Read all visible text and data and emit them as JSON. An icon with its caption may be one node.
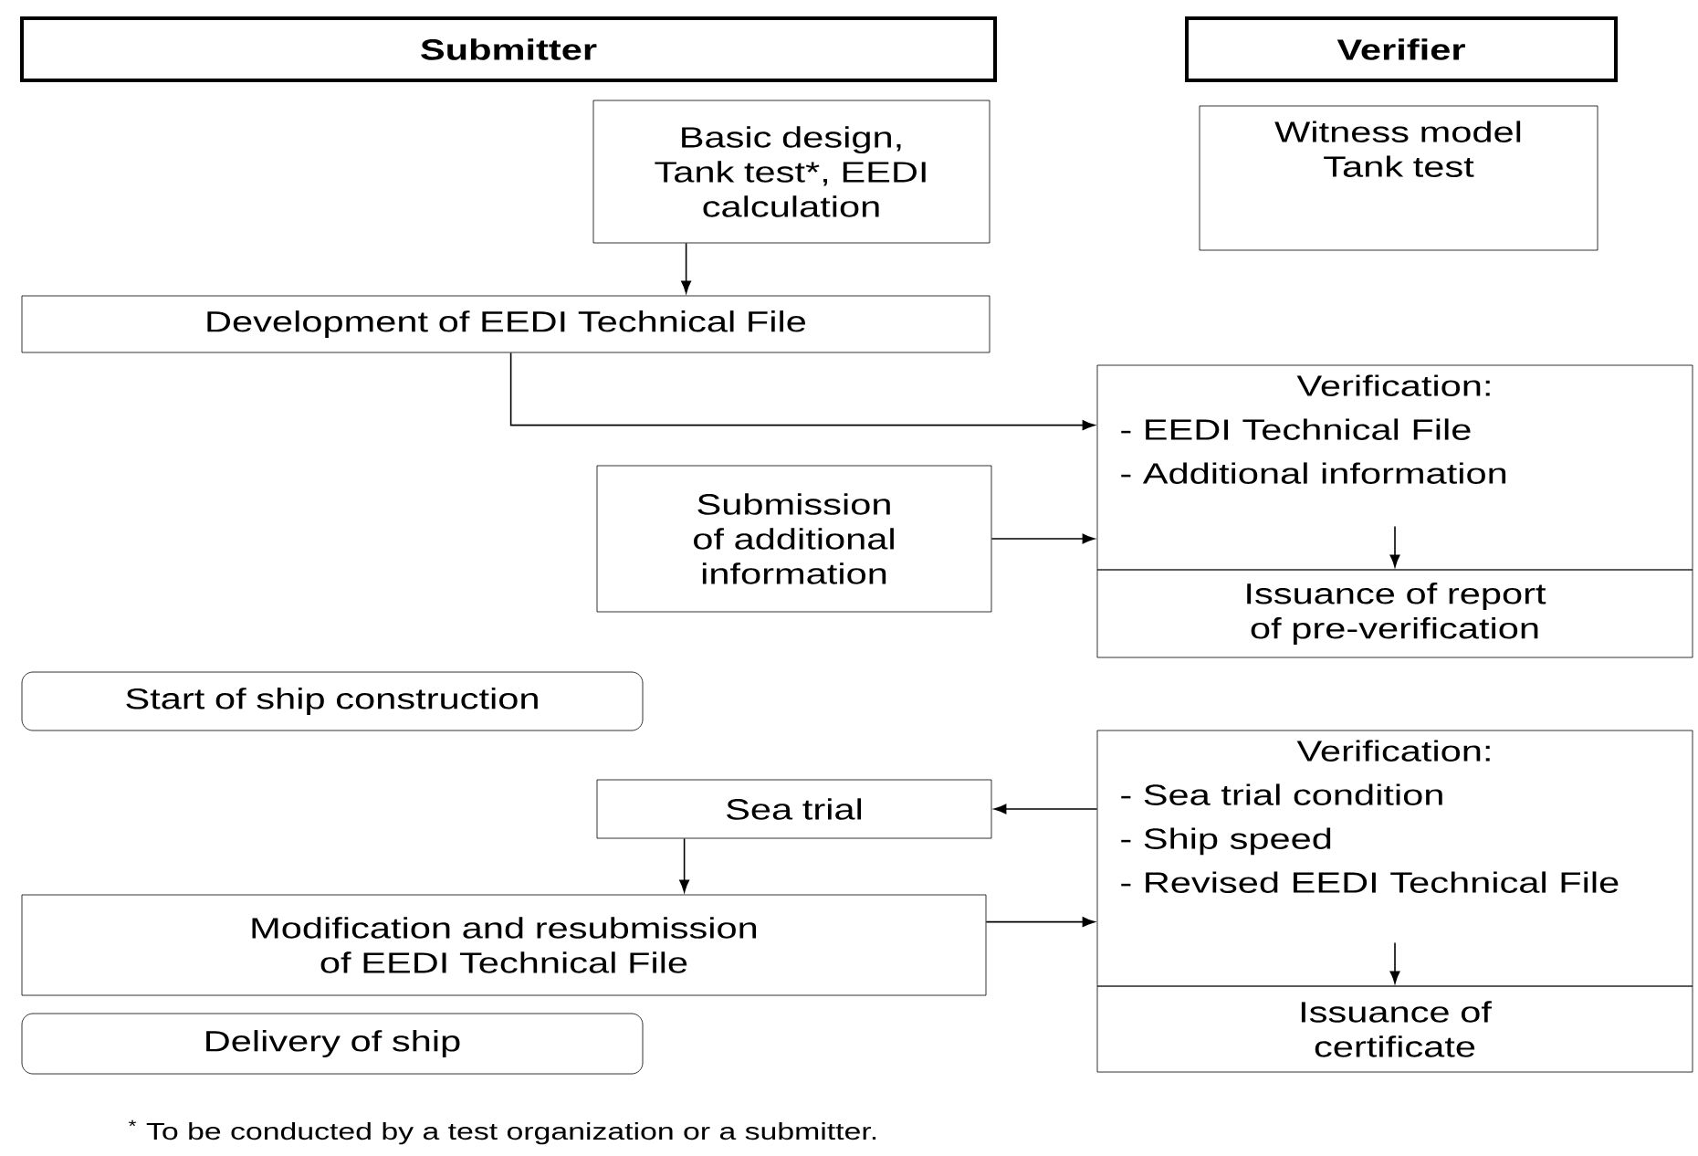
{
  "diagram": {
    "nodes": [
      {
        "text": [
          "Submitter"
        ]
      },
      {
        "text": [
          "Verifier"
        ]
      },
      {
        "text": [
          "Basic design, Tank test*, EEDI calculation"
        ]
      },
      {
        "text": [
          "Witness model Tank test"
        ]
      },
      {
        "text": [
          "Development of EEDI Technical File"
        ]
      },
      {
        "text": [
          "Verification:",
          "- EEDI Technical File",
          "- Additional information"
        ]
      },
      {
        "text": [
          "Submission of additional information"
        ]
      },
      {
        "text": [
          "Issuance of report of pre-verification"
        ]
      },
      {
        "text": [
          "Start of ship construction"
        ]
      },
      {
        "text": [
          "Verification:",
          "- Sea trial condition",
          "- Ship speed",
          "- Revised EEDI Technical File"
        ]
      },
      {
        "text": [
          "Sea trial"
        ]
      },
      {
        "text": [
          "Modification and resubmission of EEDI Technical File"
        ]
      },
      {
        "text": [
          "Issuance of certificate"
        ]
      },
      {
        "text": [
          "Delivery of ship"
        ]
      }
    ],
    "edges": [
      {
        "from": 2,
        "to": 4,
        "arrow": "to"
      },
      {
        "from": 4,
        "to": 5,
        "arrow": "to"
      },
      {
        "from": 6,
        "to": 5,
        "arrow": "to"
      },
      {
        "from": 5,
        "to": 7,
        "arrow": "to"
      },
      {
        "from": 9,
        "to": 10,
        "arrow": "to"
      },
      {
        "from": 10,
        "to": 11,
        "arrow": "to"
      },
      {
        "from": 11,
        "to": 9,
        "arrow": "to"
      },
      {
        "from": 9,
        "to": 12,
        "arrow": "to"
      }
    ],
    "labels": [
      "$^{*}$ To be conducted by a test organization or a submitter."
    ]
  }
}
